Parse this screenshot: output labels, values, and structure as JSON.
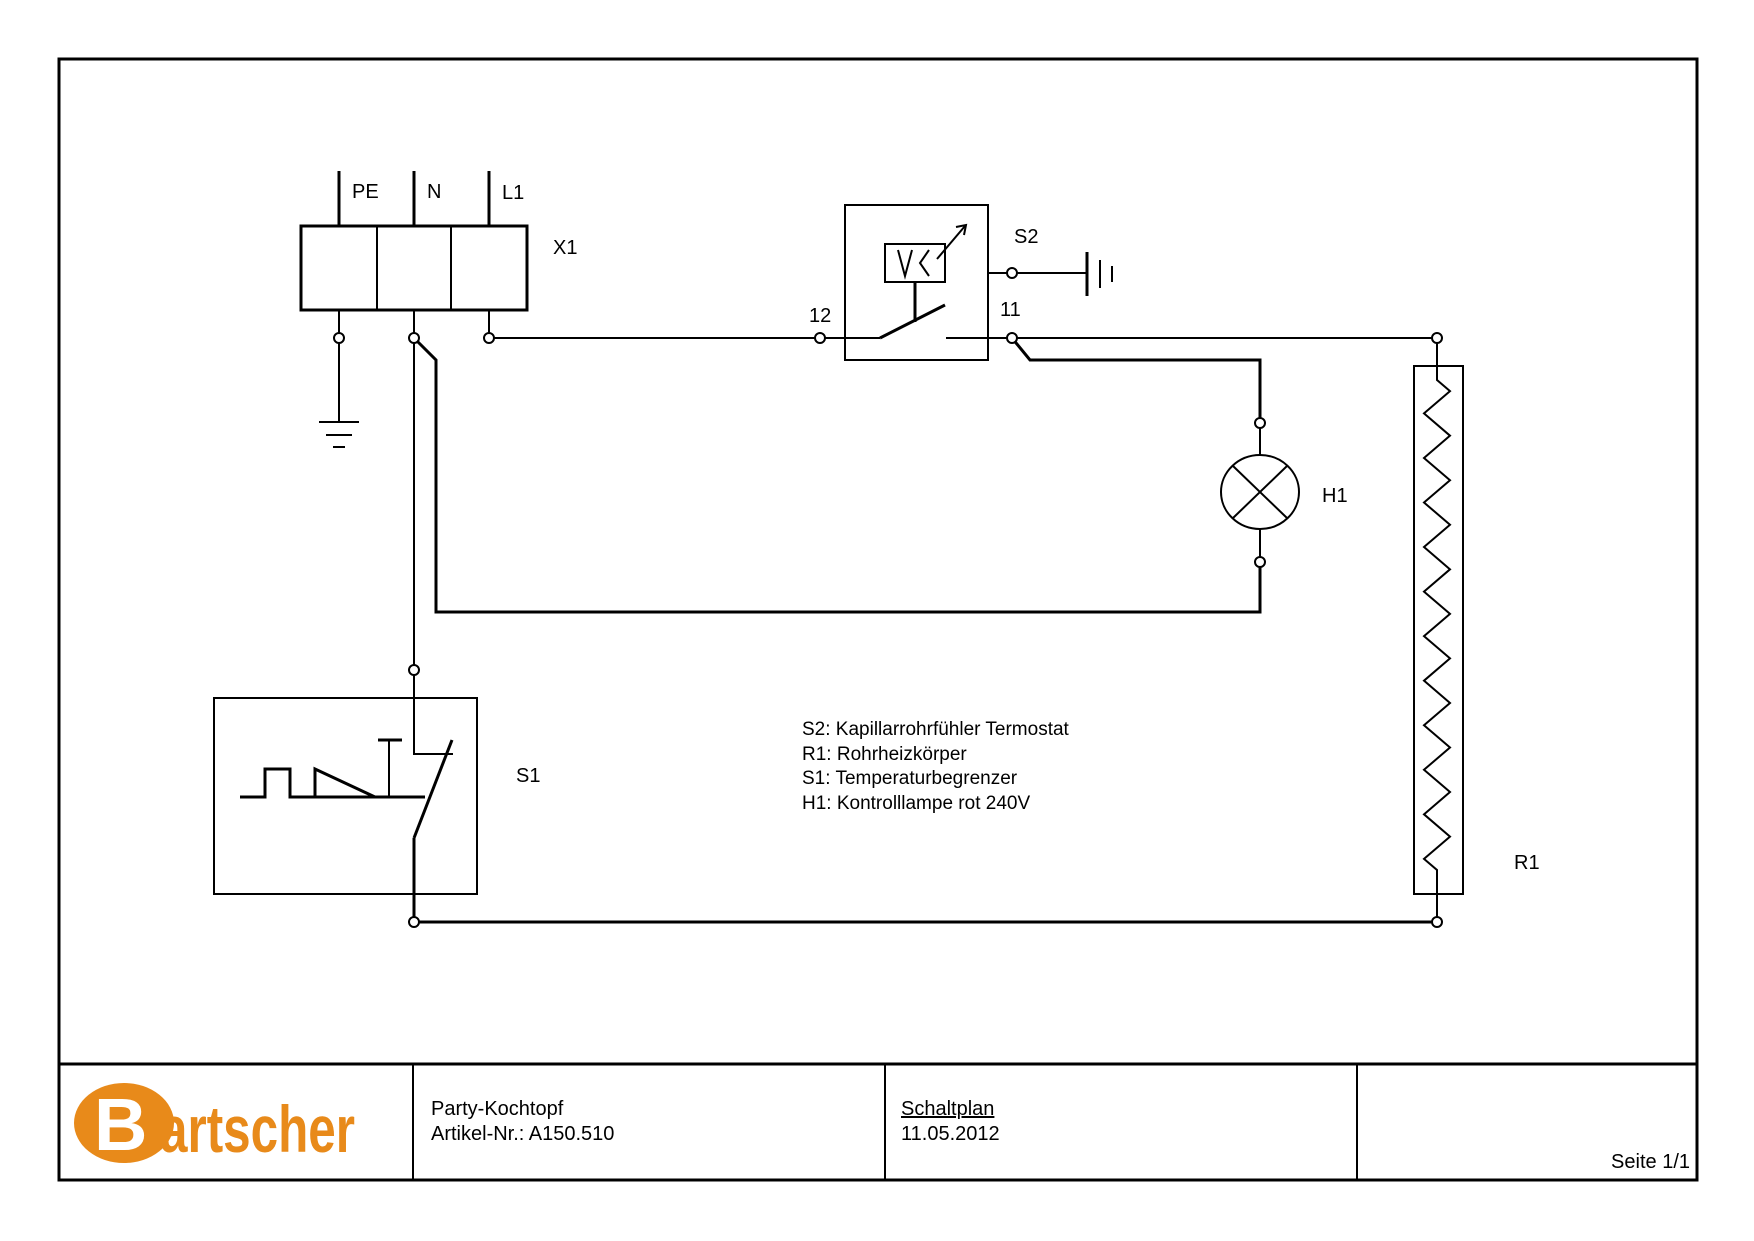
{
  "diagram": {
    "type": "electrical schematic",
    "terminal_block": {
      "id": "X1",
      "terminals": [
        "PE",
        "N",
        "L1"
      ]
    },
    "thermostat": {
      "id": "S2",
      "inner_symbol": "V<",
      "contact_labels": [
        "12",
        "11"
      ]
    },
    "lamp": {
      "id": "H1"
    },
    "limiter": {
      "id": "S1"
    },
    "heater": {
      "id": "R1"
    },
    "legend": [
      "S2: Kapillarrohrfühler Termostat",
      "R1: Rohrheizkörper",
      "S1: Temperaturbegrenzer",
      "H1: Kontrolllampe rot 240V"
    ]
  },
  "title_block": {
    "logo_text": "Bartscher",
    "logo_color": "#E88A1A",
    "product": "Party-Kochtopf",
    "article": "Artikel-Nr.: A150.510",
    "doc_type": "Schaltplan",
    "date": "11.05.2012",
    "page": "Seite 1/1"
  }
}
